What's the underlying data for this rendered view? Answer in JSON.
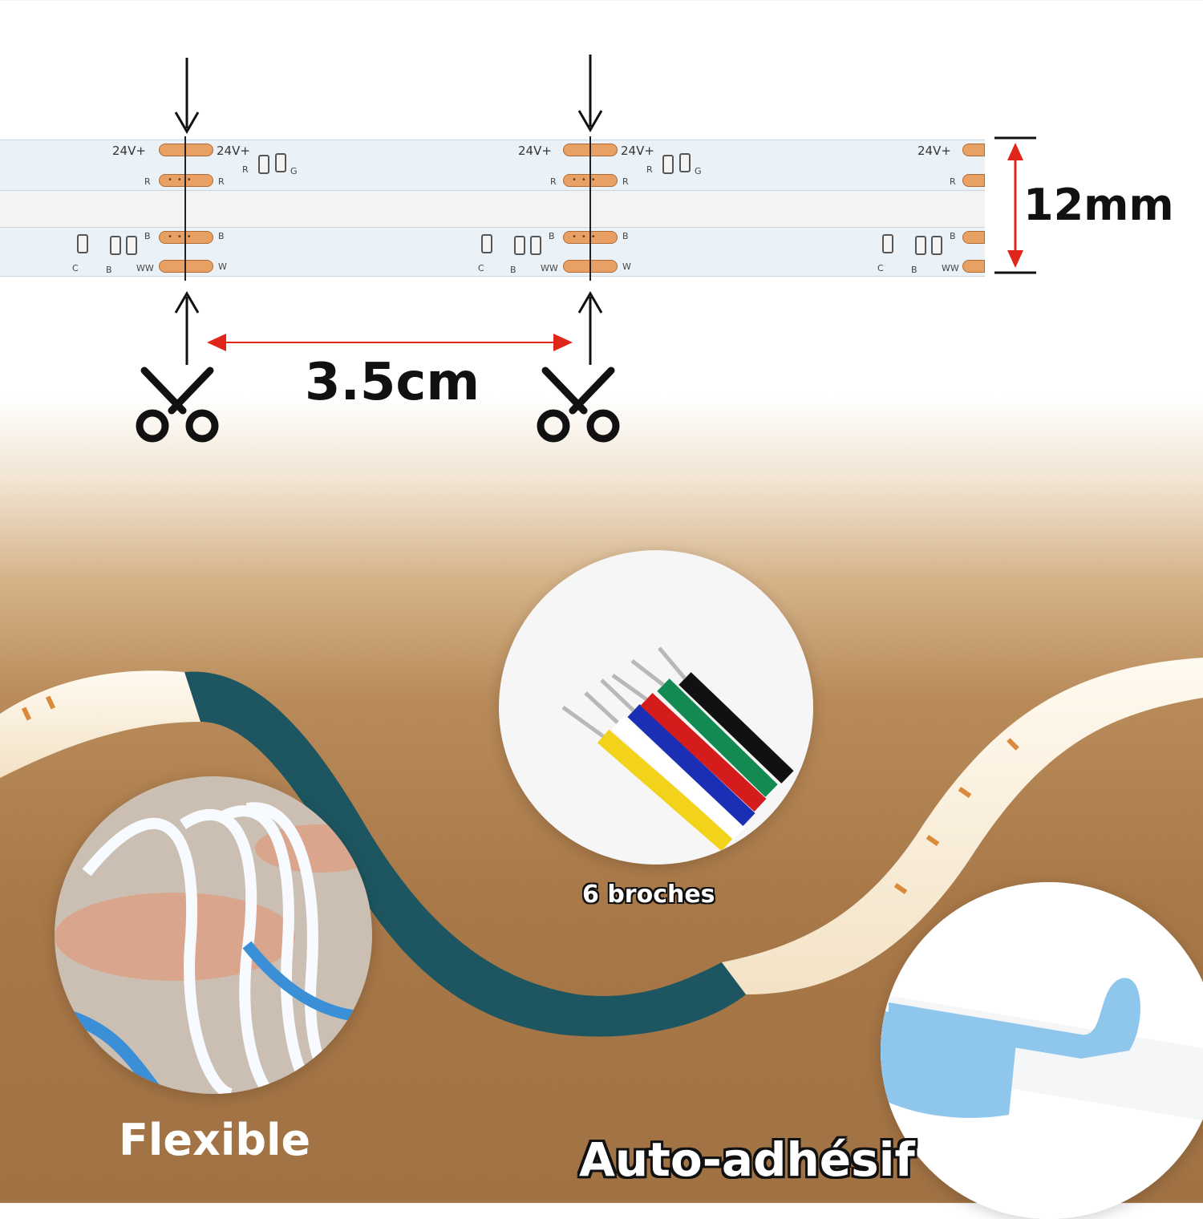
{
  "strip": {
    "pad_labels": {
      "voltage": "24V+",
      "red": "R",
      "green": "G",
      "blue": "B",
      "white": "W",
      "cool": "C",
      "warm_white": "WW"
    }
  },
  "dimensions": {
    "width": "12mm",
    "cut_spacing": "3.5cm"
  },
  "features": {
    "pins": "6 broches",
    "flexible": "Flexible",
    "adhesive": "Auto-adhésif"
  },
  "colors": {
    "pad": "#e8a064",
    "dimension_arrow": "#e0251b",
    "strip_pcb": "#eaf2f8",
    "wire_colors": [
      "#f2d21b",
      "#ffffff",
      "#1b2fb4",
      "#d41c1c",
      "#138a52",
      "#111111"
    ],
    "adhesive_tape": "#8ec6ec"
  },
  "icons": [
    "arrow-down-icon",
    "arrow-up-icon",
    "scissors-icon",
    "double-arrow-icon"
  ]
}
